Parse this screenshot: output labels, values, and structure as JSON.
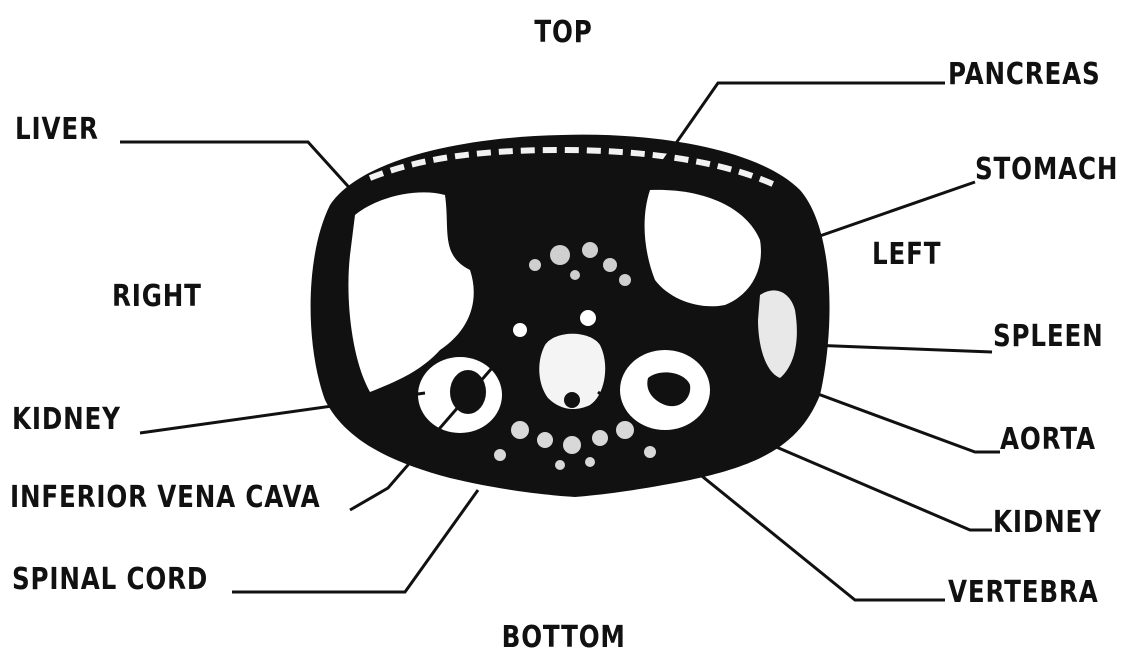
{
  "orientation": {
    "top": "TOP",
    "bottom": "BOTTOM",
    "right_side": "RIGHT",
    "left_side": "LEFT"
  },
  "labels": {
    "liver": "LIVER",
    "kidney_right": "KIDNEY",
    "inferior_vena_cava": "INFERIOR VENA CAVA",
    "spinal_cord": "SPINAL CORD",
    "pancreas": "PANCREAS",
    "stomach": "STOMACH",
    "spleen": "SPLEEN",
    "aorta": "AORTA",
    "kidney_left": "KIDNEY",
    "vertebra": "VERTEBRA"
  },
  "colors": {
    "ink": "#111111",
    "tissue": "#ffffff",
    "background": "#ffffff"
  }
}
